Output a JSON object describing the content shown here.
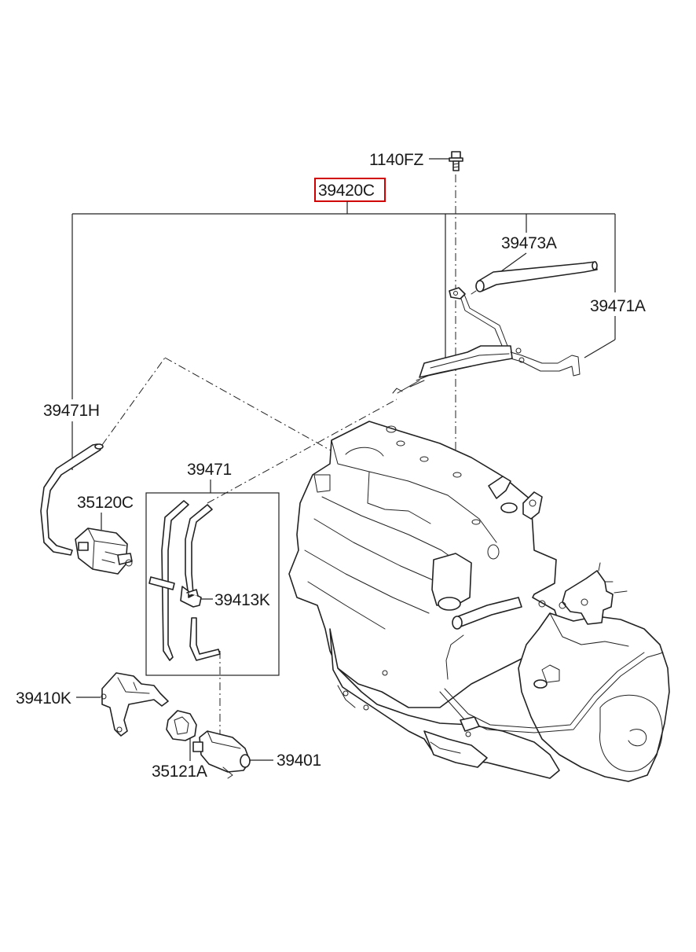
{
  "parts": {
    "p1140fz": "1140FZ",
    "p39420c": "39420C",
    "p39473a": "39473A",
    "p39471a": "39471A",
    "p39471h": "39471H",
    "p39471": "39471",
    "p35120c": "35120C",
    "p39413k": "39413K",
    "p39410k": "39410K",
    "p35121a": "35121A",
    "p39401": "39401"
  },
  "highlight": {
    "part": "39420C",
    "color": "#d00000"
  },
  "icons": [
    "bolt-icon",
    "hose-icon",
    "sensor-icon",
    "bracket-icon",
    "engine-icon"
  ]
}
